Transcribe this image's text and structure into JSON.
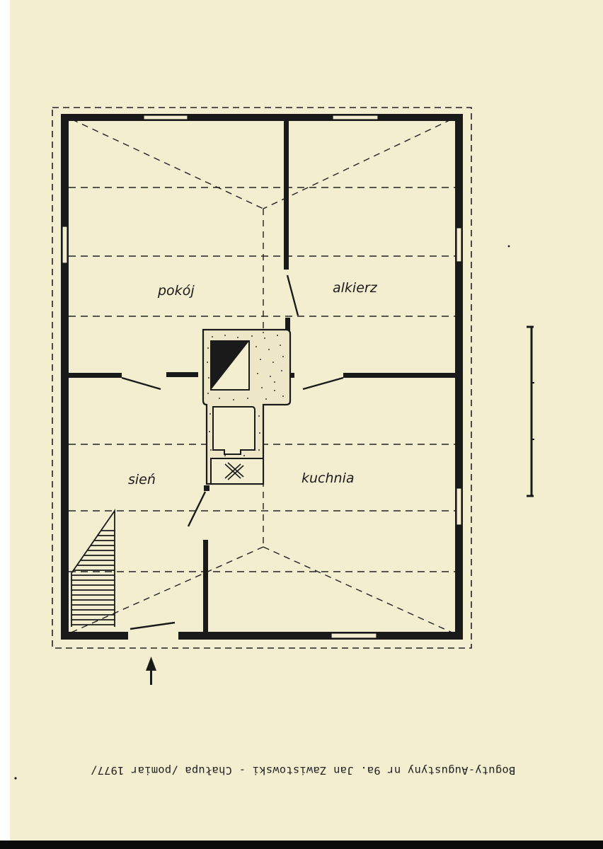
{
  "rooms": {
    "pokoj": "pokój",
    "alkierz": "alkierz",
    "sien": "sień",
    "kuchnia": "kuchnia"
  },
  "caption": "Boguty-Augustyny nr 9a. Jan Zawistowski - Chałupa /pomiar 1977/",
  "colors": {
    "paper": "#f3eed0",
    "ink": "#1a1a1a"
  },
  "icons": {
    "entrance": "arrow-up-icon",
    "oven_mark": "cross-hatch-icon"
  }
}
